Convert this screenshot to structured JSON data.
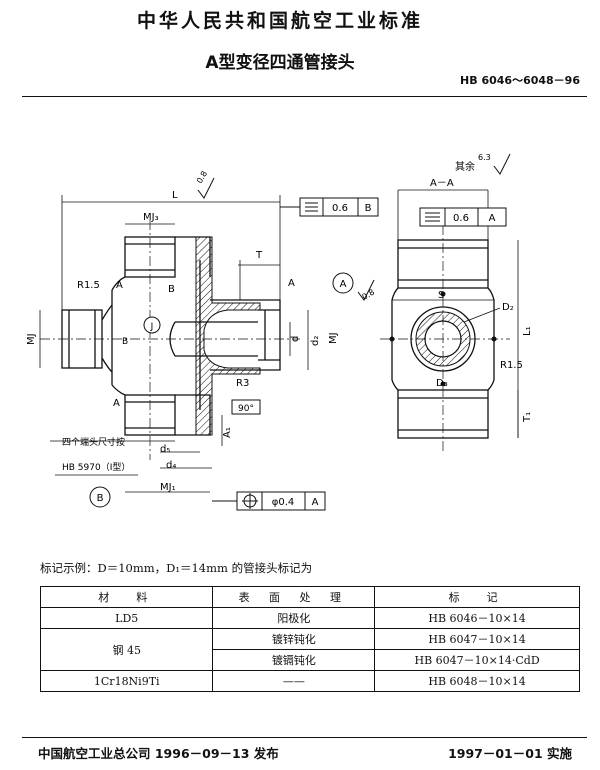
{
  "header": {
    "standard_title": "中华人民共和国航空工业标准",
    "doc_title": "A型变径四通管接头",
    "standard_no": "HB 6046～6048－96"
  },
  "drawing": {
    "roughness_other_label": "其余",
    "roughness_other_value": "6.3",
    "section_label": "A－A",
    "flatness_left_value": "0.6",
    "flatness_left_datum": "B",
    "flatness_right_value": "0.6",
    "flatness_right_datum": "A",
    "position_value": "φ0.4",
    "position_datum": "A",
    "roughness_top_value": "0.8",
    "roughness_mid_value": "0.8",
    "dim_L": "L",
    "dim_MJ3": "MJ₃",
    "dim_T": "T",
    "dim_R15": "R1.5",
    "dim_A_top": "A",
    "dim_A_left": "A",
    "dim_A_low": "A",
    "dim_B_top": "B",
    "dim_B_mid": "B",
    "dim_J": "J",
    "dim_MJ": "MJ",
    "dim_d": "d",
    "dim_d2": "d₂",
    "dim_MJ_right": "MJ",
    "dim_R3": "R3",
    "dim_angle": "90°",
    "dim_A1": "A₁",
    "dim_d5": "d₅",
    "dim_d4": "d₄",
    "dim_MJ1": "MJ₁",
    "datum_A": "A",
    "datum_B": "B",
    "note_line1": "四个端头尺寸按",
    "note_line2": "HB 5970（I型）",
    "dim_S": "S",
    "dim_D2": "D₂",
    "dim_L1": "L₁",
    "dim_R15_right": "R1.5",
    "dim_D3": "D₃",
    "dim_T1": "T₁"
  },
  "example_text": "标记示例：D＝10mm，D₁＝14mm 的管接头标记为",
  "table": {
    "headers": [
      "材　料",
      "表 面 处 理",
      "标　记"
    ],
    "rows": [
      {
        "material": "LD5",
        "treatment": "阳极化",
        "mark": "HB 6046－10×14"
      },
      {
        "material": "钢 45",
        "treatment": "镀锌钝化",
        "mark": "HB 6047－10×14"
      },
      {
        "material": "",
        "treatment": "镀镉钝化",
        "mark": "HB 6047－10×14·CdD"
      },
      {
        "material": "1Cr18Ni9Ti",
        "treatment": "——",
        "mark": "HB 6048－10×14"
      }
    ]
  },
  "footer": {
    "issuer": "中国航空工业总公司 1996－09－13 发布",
    "effective": "1997－01－01 实施"
  }
}
